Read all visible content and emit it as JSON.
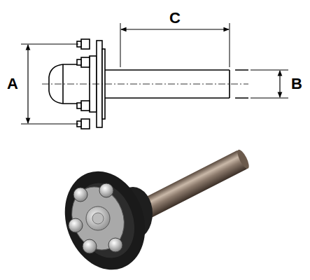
{
  "diagram": {
    "labels": [
      "C",
      "A",
      "B"
    ]
  }
}
